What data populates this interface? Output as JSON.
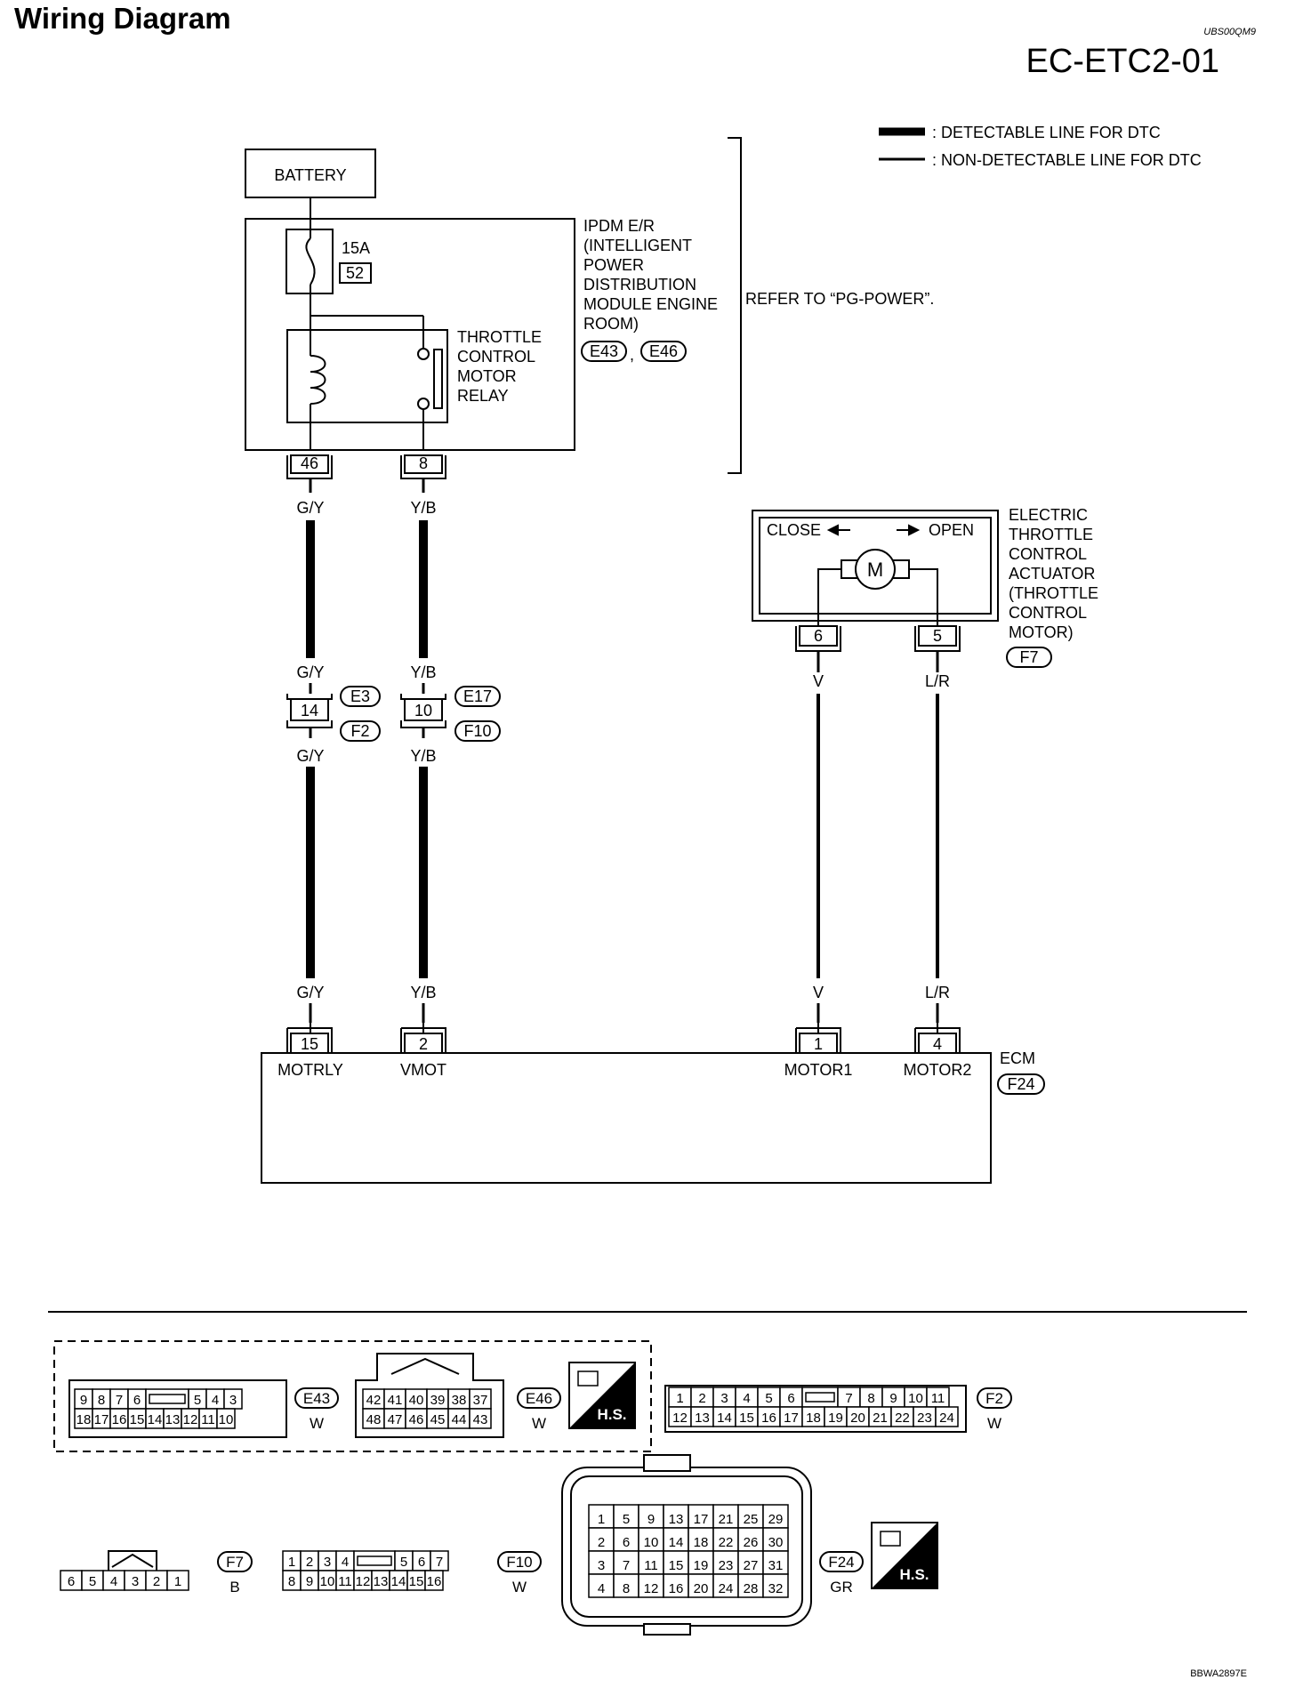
{
  "header": {
    "title": "Wiring Diagram",
    "ref_code": "UBS00QM9",
    "section": "EC-ETC2-01"
  },
  "legend": [
    {
      "label": ": DETECTABLE LINE FOR DTC",
      "style": "thick"
    },
    {
      "label": ": NON-DETECTABLE LINE FOR DTC",
      "style": "thin"
    }
  ],
  "battery": {
    "label": "BATTERY"
  },
  "ipdm": {
    "fuse_rating": "15A",
    "fuse_number": "52",
    "relay_lines": [
      "THROTTLE",
      "CONTROL",
      "MOTOR",
      "RELAY"
    ],
    "name_lines": [
      "IPDM E/R",
      "(INTELLIGENT",
      "POWER",
      "DISTRIBUTION",
      "MODULE ENGINE",
      "ROOM)"
    ],
    "connectors": [
      "E43",
      "E46"
    ],
    "connector_sep": ",",
    "refer_note": "REFER TO “PG-POWER”.",
    "pins": [
      "46",
      "8"
    ]
  },
  "wires": {
    "w1_top": "G/Y",
    "w1_mid_a": "G/Y",
    "w1_mid_b": "G/Y",
    "w1_bot": "G/Y",
    "w2_top": "Y/B",
    "w2_mid_a": "Y/B",
    "w2_mid_b": "Y/B",
    "w2_bot": "Y/B",
    "w3_top": "V",
    "w3_bot": "V",
    "w4_top": "L/R",
    "w4_bot": "L/R"
  },
  "junctions": [
    {
      "pin": "14",
      "upper": "E3",
      "lower": "F2"
    },
    {
      "pin": "10",
      "upper": "E17",
      "lower": "F10"
    }
  ],
  "actuator": {
    "close": "CLOSE",
    "open": "OPEN",
    "motor": "M",
    "name_lines": [
      "ELECTRIC",
      "THROTTLE",
      "CONTROL",
      "ACTUATOR",
      "(THROTTLE",
      "CONTROL",
      "MOTOR)"
    ],
    "connector": "F7",
    "pins": [
      "6",
      "5"
    ]
  },
  "ecm": {
    "name": "ECM",
    "connector": "F24",
    "pins": [
      {
        "num": "15",
        "label": "MOTRLY"
      },
      {
        "num": "2",
        "label": "VMOT"
      },
      {
        "num": "1",
        "label": "MOTOR1"
      },
      {
        "num": "4",
        "label": "MOTOR2"
      }
    ]
  },
  "connector_views": {
    "E43": {
      "name": "E43",
      "color": "W",
      "row1": [
        "9",
        "8",
        "7",
        "6",
        "",
        "5",
        "4",
        "3"
      ],
      "row2": [
        "18",
        "17",
        "16",
        "15",
        "14",
        "13",
        "12",
        "11",
        "10"
      ]
    },
    "E46": {
      "name": "E46",
      "color": "W",
      "row1": [
        "42",
        "41",
        "40",
        "39",
        "38",
        "37"
      ],
      "row2": [
        "48",
        "47",
        "46",
        "45",
        "44",
        "43"
      ]
    },
    "HS1": {
      "label": "H.S."
    },
    "F2": {
      "name": "F2",
      "color": "W",
      "row1": [
        "1",
        "2",
        "3",
        "4",
        "5",
        "6",
        "",
        "7",
        "8",
        "9",
        "10",
        "11"
      ],
      "row2": [
        "12",
        "13",
        "14",
        "15",
        "16",
        "17",
        "18",
        "19",
        "20",
        "21",
        "22",
        "23",
        "24"
      ]
    },
    "F7": {
      "name": "F7",
      "color": "B",
      "row1": [
        "6",
        "5",
        "4",
        "3",
        "2",
        "1"
      ]
    },
    "F10": {
      "name": "F10",
      "color": "W",
      "row1": [
        "1",
        "2",
        "3",
        "4",
        "",
        "5",
        "6",
        "7"
      ],
      "row2": [
        "8",
        "9",
        "10",
        "11",
        "12",
        "13",
        "14",
        "15",
        "16"
      ]
    },
    "F24": {
      "name": "F24",
      "color": "GR",
      "rows": [
        [
          "1",
          "5",
          "9",
          "13",
          "17",
          "21",
          "25",
          "29"
        ],
        [
          "2",
          "6",
          "10",
          "14",
          "18",
          "22",
          "26",
          "30"
        ],
        [
          "3",
          "7",
          "11",
          "15",
          "19",
          "23",
          "27",
          "31"
        ],
        [
          "4",
          "8",
          "12",
          "16",
          "20",
          "24",
          "28",
          "32"
        ]
      ]
    },
    "HS2": {
      "label": "H.S."
    }
  },
  "footer": {
    "code": "BBWA2897E"
  }
}
